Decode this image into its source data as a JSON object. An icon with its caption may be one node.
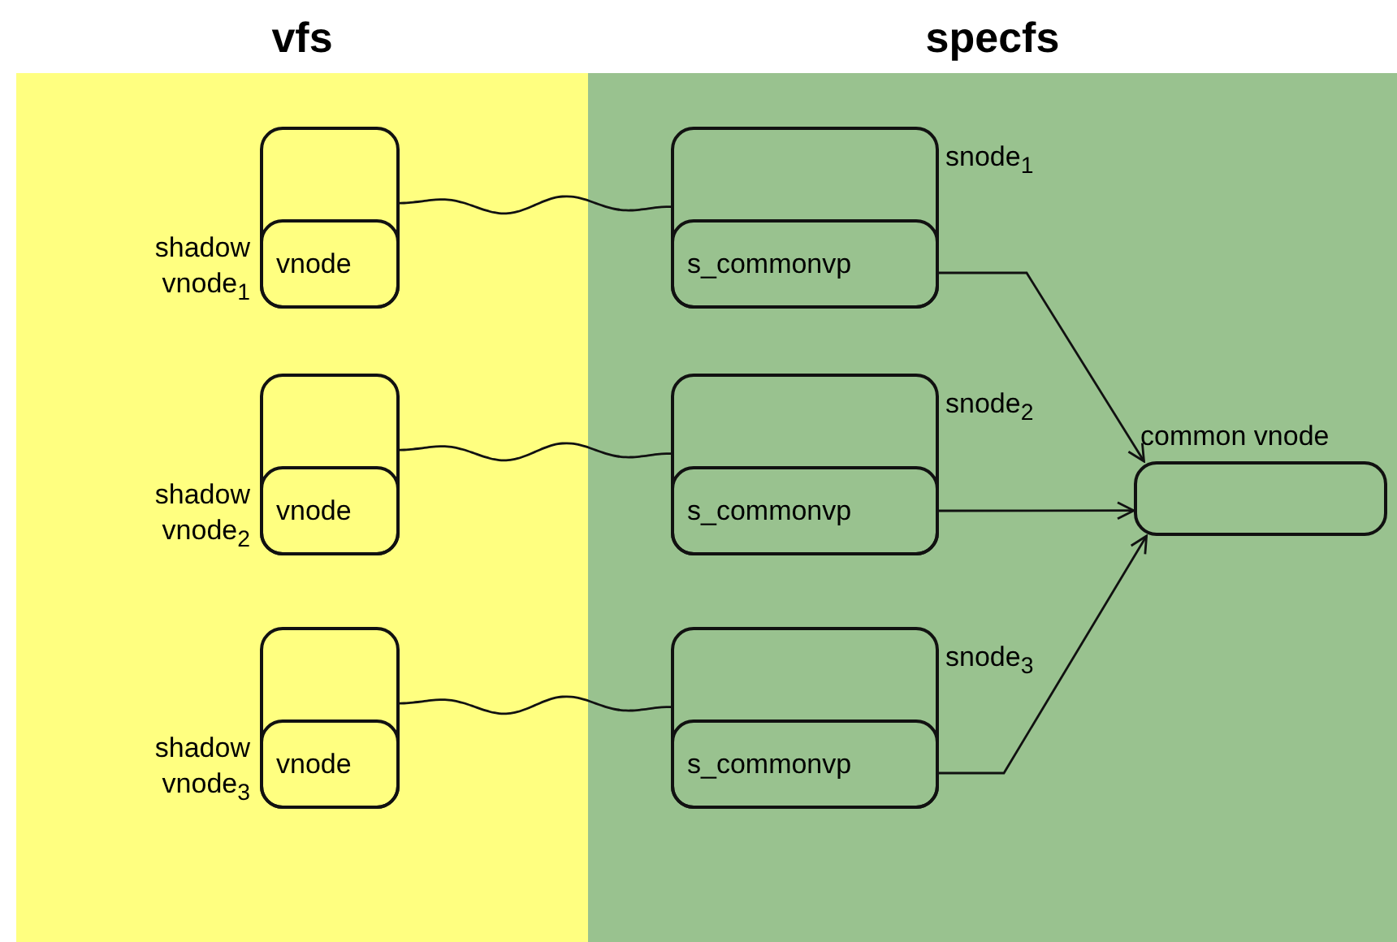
{
  "diagram": {
    "nodes": [
      {
        "text": [
          "vfs"
        ]
      },
      {
        "text": [
          "specfs"
        ]
      },
      {
        "text": [],
        "shape": "box",
        "in": 0,
        "beside": [
          "shadow vnode$_{1}$"
        ]
      },
      {
        "text": [
          "vnode"
        ],
        "in": 2
      },
      {
        "text": [],
        "shape": "box",
        "in": 1,
        "beside": [
          "snode$_{1}$"
        ]
      },
      {
        "text": [
          "s_commonvp"
        ],
        "in": 4
      },
      {
        "text": [],
        "shape": "box",
        "in": 0,
        "beside": [
          "shadow vnode$_{2}$"
        ]
      },
      {
        "text": [
          "vnode"
        ],
        "in": 6
      },
      {
        "text": [],
        "shape": "box",
        "in": 1,
        "beside": [
          "snode$_{2}$"
        ]
      },
      {
        "text": [
          "s_commonvp"
        ],
        "in": 8
      },
      {
        "text": [],
        "shape": "box",
        "in": 0,
        "beside": [
          "shadow vnode$_{3}$"
        ]
      },
      {
        "text": [
          "vnode"
        ],
        "in": 10
      },
      {
        "text": [],
        "shape": "box",
        "in": 1,
        "beside": [
          "snode$_{3}$"
        ]
      },
      {
        "text": [
          "s_commonvp"
        ],
        "in": 12
      },
      {
        "text": [
          "common vnode"
        ],
        "in": 1
      }
    ],
    "edges": [
      {
        "from": 2,
        "to": 4,
        "arrow": "none"
      },
      {
        "from": 5,
        "to": 14,
        "arrow": "to"
      },
      {
        "from": 6,
        "to": 8,
        "arrow": "none"
      },
      {
        "from": 9,
        "to": 14,
        "arrow": "to"
      },
      {
        "from": 10,
        "to": 12,
        "arrow": "none"
      },
      {
        "from": 13,
        "to": 14,
        "arrow": "to"
      }
    ]
  }
}
